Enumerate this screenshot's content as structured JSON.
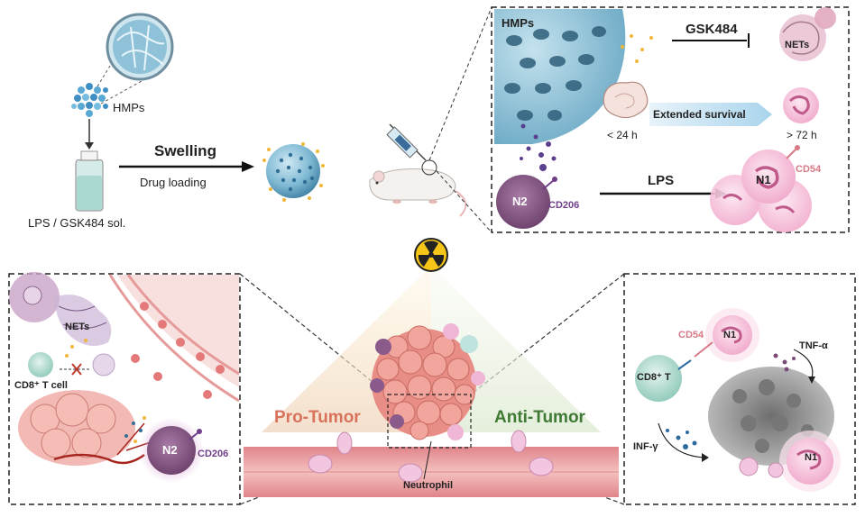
{
  "synthesis": {
    "hmps_label": "HMPs",
    "bottle_label": "LPS / GSK484 sol.",
    "arrow_top": "Swelling",
    "arrow_bottom": "Drug loading"
  },
  "mechanism_panel": {
    "hmps_label": "HMPs",
    "inhibitor": "GSK484",
    "nets_label": "NETs",
    "extended_survival": "Extended survival",
    "time_short": "< 24 h",
    "time_long": "> 72 h",
    "stimulus": "LPS",
    "n2_label": "N2",
    "cd206_label": "CD206",
    "n1_label": "N1",
    "cd54_label": "CD54"
  },
  "left_panel": {
    "nets_label": "NETs",
    "cd8_label": "CD8⁺ T cell",
    "n2_label": "N2",
    "cd206_label": "CD206"
  },
  "center": {
    "pro_tumor": "Pro-Tumor",
    "anti_tumor": "Anti-Tumor",
    "neutrophil": "Neutrophil"
  },
  "right_panel": {
    "cd54_label": "CD54",
    "n1_top": "N1",
    "cd8_label": "CD8⁺ T",
    "tnf_label": "TNF-α",
    "ifn_label": "INF-γ",
    "n1_bottom": "N1"
  },
  "colors": {
    "pro_tumor": "#d9725a",
    "anti_tumor": "#3f7a34",
    "hmp_blue": "#5a9fc0",
    "n2_purple": "#7b4a78",
    "n1_pink": "#f3b9d6",
    "radiation_yellow": "#f5c518"
  },
  "icons": [
    "radiation-icon",
    "syringe-icon",
    "mouse-icon",
    "bottle-icon",
    "microsphere-icon"
  ]
}
